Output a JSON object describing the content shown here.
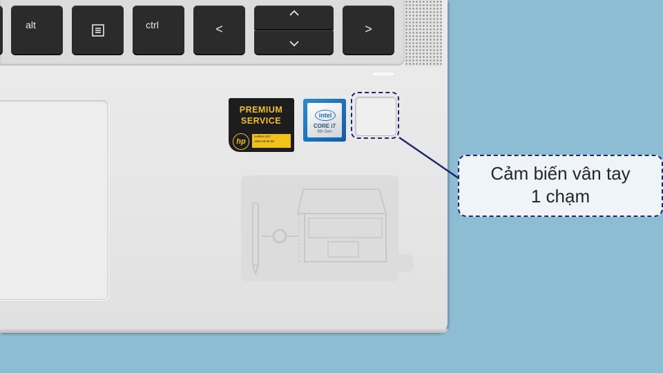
{
  "keys": [
    {
      "label": ""
    },
    {
      "label": "alt"
    },
    {
      "label": "≡"
    },
    {
      "label": "ctrl"
    },
    {
      "label": "<"
    },
    {
      "label_up": "^",
      "label_down": "v"
    },
    {
      "label": ">"
    }
  ],
  "hp_badge": {
    "line1": "PREMIUM",
    "line2": "SERVICE",
    "logo": "hp",
    "strip_line1": "Hotline 24/7",
    "strip_line2": "1800 58 88 68"
  },
  "intel_badge": {
    "logo": "intel",
    "model": "CORE i7",
    "generation": "8th Gen"
  },
  "callout": {
    "line1": "Cảm biến vân tay",
    "line2": "1 chạm"
  },
  "colors": {
    "background": "#8cbdd3",
    "callout_border": "#1b2573",
    "hp_gold": "#f2c21c",
    "intel_blue": "#1a6fc0"
  }
}
